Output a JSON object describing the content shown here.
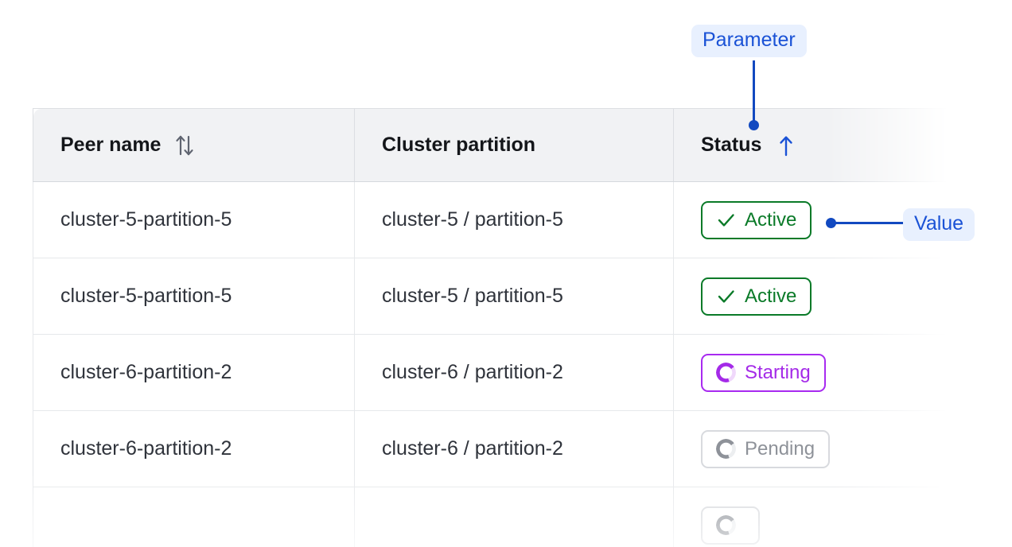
{
  "table": {
    "columns": [
      {
        "label": "Peer name",
        "sort_icon": "sort-both-icon",
        "sort_state": "none"
      },
      {
        "label": "Cluster partition",
        "sort_icon": "",
        "sort_state": "none"
      },
      {
        "label": "Status",
        "sort_icon": "arrow-up-icon",
        "sort_state": "ascending"
      }
    ],
    "rows": [
      {
        "peer_name": "cluster-5-partition-5",
        "cluster_partition": "cluster-5 / partition-5",
        "status": "Active",
        "status_type": "active",
        "status_icon": "check-icon",
        "dimmed": false
      },
      {
        "peer_name": "cluster-5-partition-5",
        "cluster_partition": "cluster-5 / partition-5",
        "status": "Active",
        "status_type": "active",
        "status_icon": "check-icon",
        "dimmed": false
      },
      {
        "peer_name": "cluster-6-partition-2",
        "cluster_partition": "cluster-6 / partition-2",
        "status": "Starting",
        "status_type": "starting",
        "status_icon": "spinner-icon",
        "dimmed": false
      },
      {
        "peer_name": "cluster-6-partition-2",
        "cluster_partition": "cluster-6 / partition-2",
        "status": "Pending",
        "status_type": "pending",
        "status_icon": "spinner-icon",
        "dimmed": true
      },
      {
        "peer_name": "",
        "cluster_partition": "",
        "status": "",
        "status_type": "pending",
        "status_icon": "spinner-icon",
        "dimmed": true
      }
    ]
  },
  "annotations": {
    "parameter": {
      "label": "Parameter",
      "target": "status-column-header"
    },
    "value": {
      "label": "Value",
      "target": "status-pill-row-1"
    }
  },
  "colors": {
    "annotation_blue": "#1249c0",
    "annotation_badge_bg": "#e8f0fe",
    "annotation_badge_text": "#1a52d6",
    "status_active": "#0a7a28",
    "status_starting": "#a42ae8",
    "status_pending": "#8e9299",
    "header_bg": "#f1f2f4",
    "row_text": "#2f333b",
    "row_text_dim": "#a9adb5"
  }
}
